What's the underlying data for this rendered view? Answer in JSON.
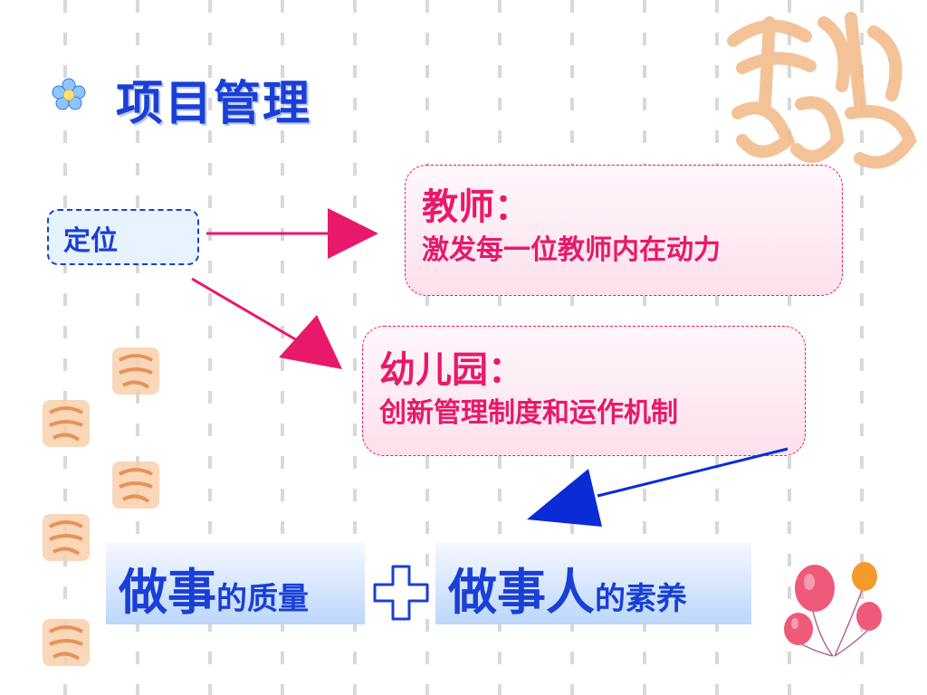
{
  "slide": {
    "title": "项目管理",
    "position_label": "定位",
    "teacher": {
      "heading": "教师：",
      "text": "激发每一位教师内在动力"
    },
    "kindergarten": {
      "heading": "幼儿园：",
      "text": "创新管理制度和运作机制"
    },
    "quality": {
      "big": "做事",
      "small": "的质量"
    },
    "literacy": {
      "big": "做事人",
      "small": "的素养"
    }
  },
  "colors": {
    "title": "#1a3fd6",
    "pink": "#e8196b",
    "blue_arrow": "#0a2bd6",
    "stamp": "#f2b986"
  },
  "icons": {
    "bullet": "flower-icon",
    "decor": "auspicious-stamp-icon",
    "balloons": "balloons-icon",
    "plus": "plus-icon"
  }
}
